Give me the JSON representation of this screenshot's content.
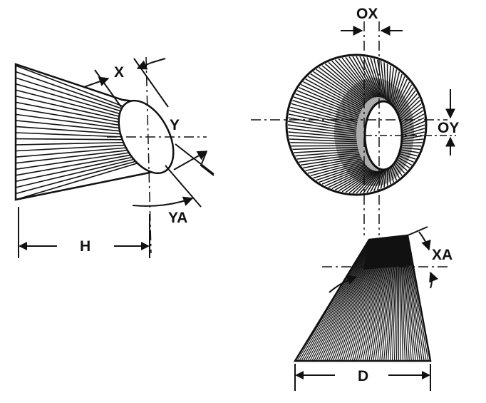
{
  "labels": {
    "x": "X",
    "y": "Y",
    "ya": "YA",
    "h": "H",
    "ox": "OX",
    "oy": "OY",
    "xa": "XA",
    "d": "D"
  },
  "colors": {
    "ink": "#111111",
    "paper": "#ffffff"
  }
}
